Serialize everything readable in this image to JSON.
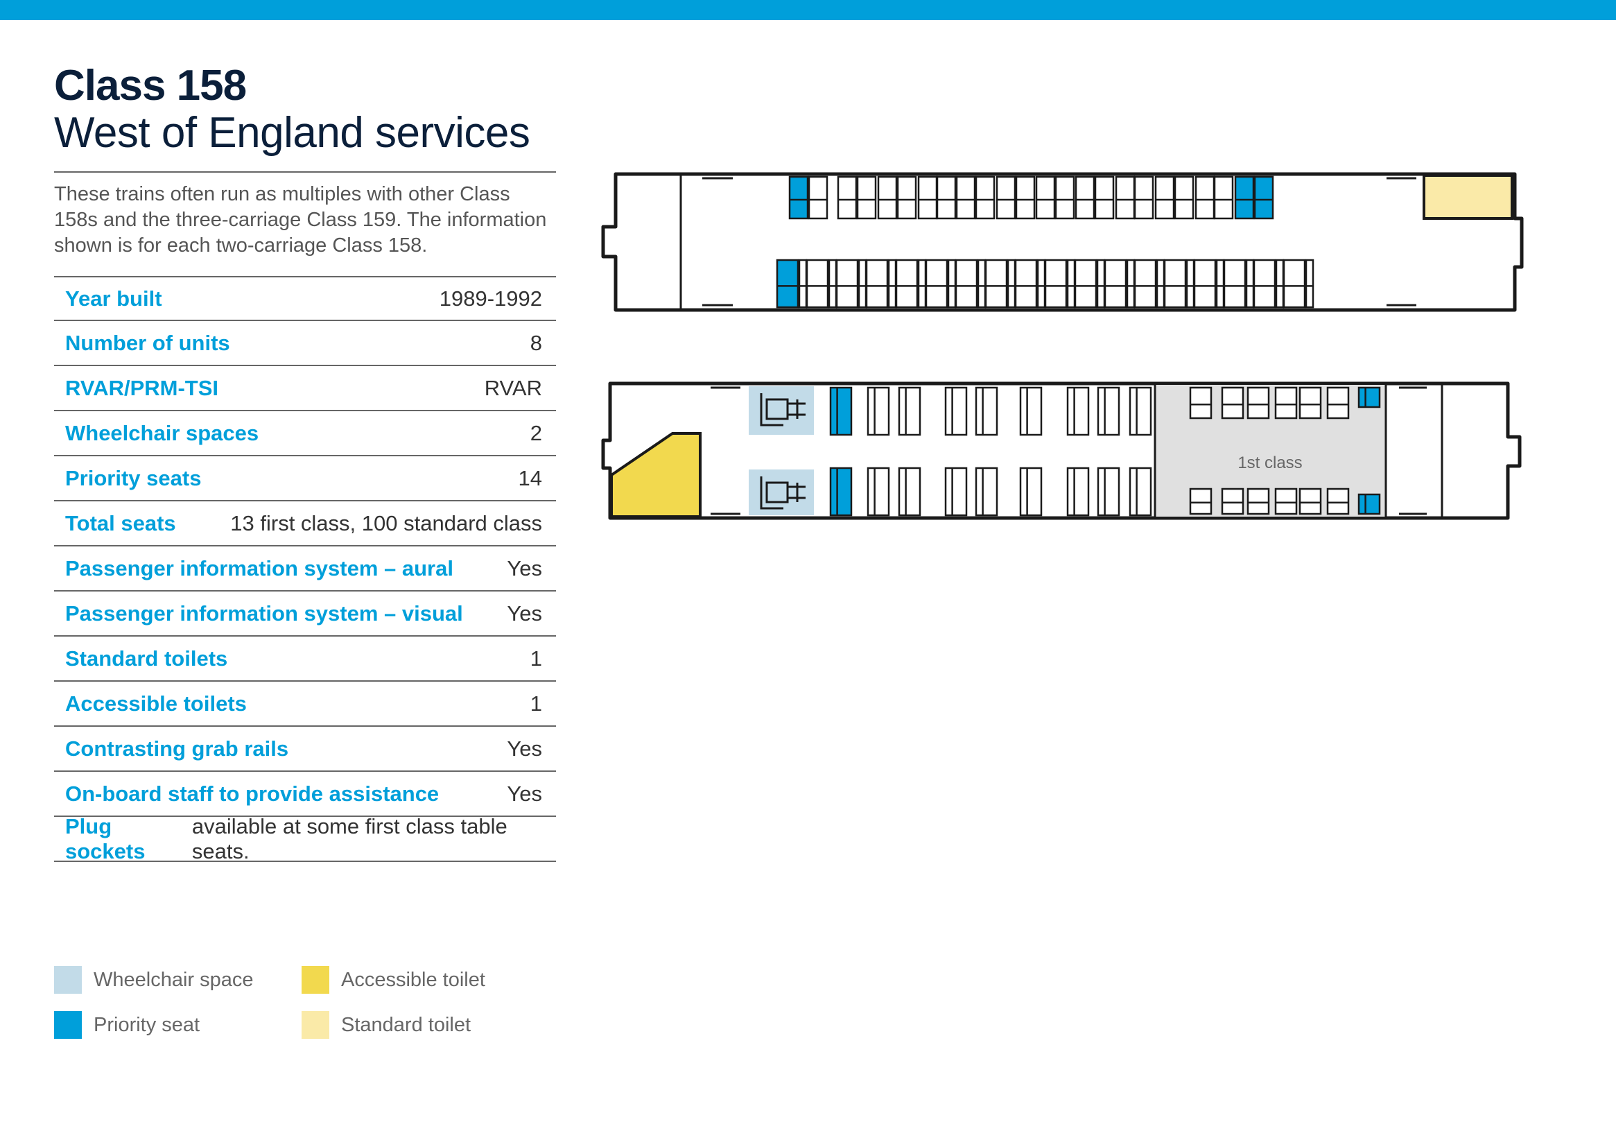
{
  "header": {
    "title": "Class 158",
    "subtitle": "West of England services"
  },
  "intro": "These trains often run as multiples with other Class 158s and the three-carriage Class 159. The information shown is for each two-carriage Class 158.",
  "specs": [
    {
      "label": "Year built",
      "value": "1989-1992"
    },
    {
      "label": "Number of units",
      "value": "8"
    },
    {
      "label": "RVAR/PRM-TSI",
      "value": "RVAR"
    },
    {
      "label": "Wheelchair spaces",
      "value": "2"
    },
    {
      "label": "Priority seats",
      "value": "14"
    },
    {
      "label": "Total seats",
      "value": "13 first class, 100 standard class"
    },
    {
      "label": "Passenger information system – aural",
      "value": "Yes"
    },
    {
      "label": "Passenger information system – visual",
      "value": "Yes"
    },
    {
      "label": "Standard toilets",
      "value": "1"
    },
    {
      "label": "Accessible toilets",
      "value": "1"
    },
    {
      "label": "Contrasting grab rails",
      "value": "Yes"
    },
    {
      "label": "On-board staff to provide assistance",
      "value": "Yes"
    }
  ],
  "note": {
    "label": "Plug sockets",
    "text": "available at some first class table seats."
  },
  "diagram": {
    "first_class_label": "1st class"
  },
  "legend": [
    {
      "label": "Wheelchair space",
      "color": "#c2dbe8"
    },
    {
      "label": "Priority seat",
      "color": "#009fda"
    },
    {
      "label": "Accessible toilet",
      "color": "#f2d94e"
    },
    {
      "label": "Standard toilet",
      "color": "#faeaa8"
    }
  ],
  "colors": {
    "accent": "#009fda",
    "priority_seat": "#009fda",
    "wheelchair_space": "#c2dbe8",
    "accessible_toilet": "#f2d94e",
    "standard_toilet": "#faeaa8",
    "first_class_area": "#e0e0e0"
  }
}
